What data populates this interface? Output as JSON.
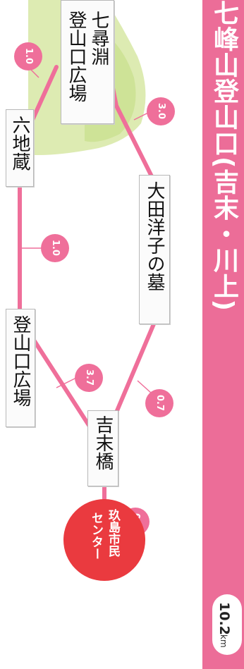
{
  "header": {
    "title": "七峰山登山口(吉末・川上)",
    "distance_value": "10.2",
    "distance_unit": "km"
  },
  "places": {
    "nanatsugafuchi_line1": "七尋淵",
    "nanatsugafuchi_line2": "登山口広場",
    "rokujizou": "六地蔵",
    "ota_yoko_grave": "大田洋子の墓",
    "trailhead_square": "登山口広場",
    "yoshisue_bridge": "吉末橋",
    "center_line1": "玖島市民",
    "center_line2": "センター"
  },
  "distances": {
    "nanatsugafuchi_to_rokujizou": "1.0",
    "nanatsugafuchi_to_ota_yoko_grave": "3.0",
    "rokujizou_to_trailhead_square": "1.0",
    "trailhead_square_to_yoshisue_bridge": "3.7",
    "ota_yoko_grave_to_yoshisue_bridge": "0.7",
    "yoshisue_bridge_to_center": "0.4"
  },
  "colors": {
    "route_pink": "#ef6f9a",
    "header_pink": "#ec6d98",
    "center_red": "#ea3a3f",
    "mountain_green": "#c5dd86"
  }
}
